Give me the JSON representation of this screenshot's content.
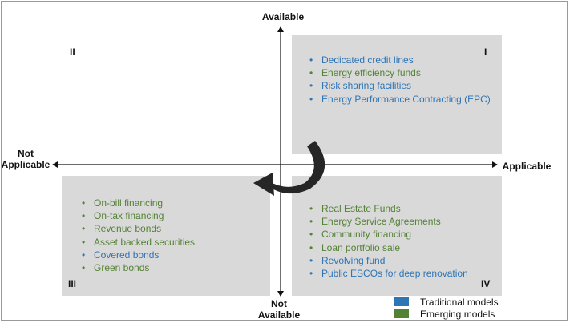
{
  "axes": {
    "top": "Available",
    "bottom": "Not\nAvailable",
    "left": "Not\nApplicable",
    "right": "Applicable"
  },
  "quadrants": {
    "I": {
      "label": "I",
      "items": [
        {
          "text": "Dedicated credit lines",
          "model": "traditional"
        },
        {
          "text": "Energy efficiency funds",
          "model": "emerging"
        },
        {
          "text": "Risk sharing facilities",
          "model": "traditional"
        },
        {
          "text": "Energy Performance Contracting (EPC)",
          "model": "traditional"
        }
      ]
    },
    "II": {
      "label": "II",
      "items": []
    },
    "III": {
      "label": "III",
      "items": [
        {
          "text": "On-bill financing",
          "model": "emerging"
        },
        {
          "text": "On-tax financing",
          "model": "emerging"
        },
        {
          "text": "Revenue bonds",
          "model": "emerging"
        },
        {
          "text": "Asset backed securities",
          "model": "emerging"
        },
        {
          "text": "Covered bonds",
          "model": "traditional"
        },
        {
          "text": "Green bonds",
          "model": "emerging"
        }
      ]
    },
    "IV": {
      "label": "IV",
      "items": [
        {
          "text": "Real Estate Funds",
          "model": "emerging"
        },
        {
          "text": "Energy Service Agreements",
          "model": "emerging"
        },
        {
          "text": "Community financing",
          "model": "emerging"
        },
        {
          "text": "Loan portfolio sale",
          "model": "emerging"
        },
        {
          "text": "Revolving fund",
          "model": "traditional"
        },
        {
          "text": "Public ESCOs for deep renovation",
          "model": "traditional"
        }
      ]
    }
  },
  "legend": [
    {
      "label": "Traditional models",
      "color": "#2e75b6"
    },
    {
      "label": "Emerging models",
      "color": "#548235"
    }
  ],
  "colors": {
    "traditional": "#2e75b6",
    "emerging": "#548235",
    "quadrant_fill": "#d9d9d9",
    "arrow": "#262626"
  },
  "icons": {
    "bullet": "•",
    "curved_arrow": "curved-arrow-icon"
  }
}
